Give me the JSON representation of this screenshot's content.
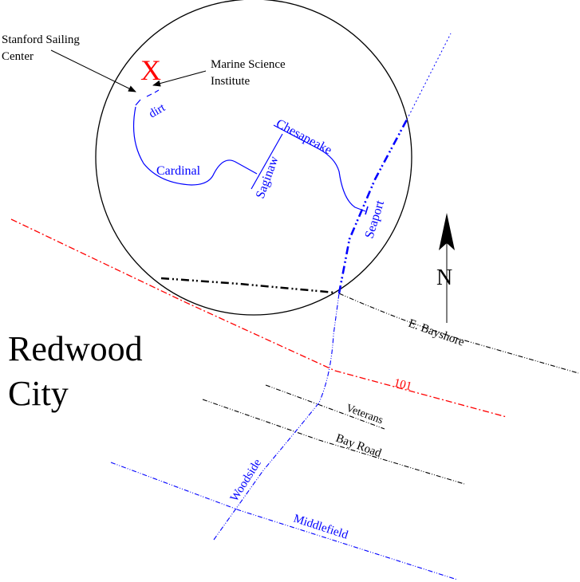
{
  "map": {
    "city_label": [
      "Redwood",
      "City"
    ],
    "north_label": "N",
    "marker_label": "X",
    "callouts": {
      "sailing_center": [
        "Stanford Sailing",
        "Center"
      ],
      "marine_science": [
        "Marine Science",
        "Institute"
      ]
    },
    "roads": {
      "dirt": "dirt",
      "cardinal": "Cardinal",
      "saginaw": "Saginaw",
      "chesapeake": "Chesapeake",
      "seaport": "Seaport",
      "e_bayshore": "E. Bayshore",
      "hwy101": "101",
      "veterans": "Veterans",
      "bay_road": "Bay Road",
      "woodside": "Woodside",
      "middlefield": "Middlefield"
    },
    "colors": {
      "local_road": "#0000ff",
      "highway": "#ff0000",
      "arterial": "#000000",
      "marker": "#ff0000"
    }
  }
}
